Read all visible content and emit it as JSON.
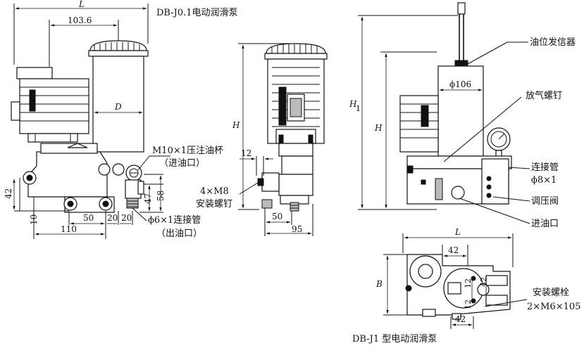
{
  "titles": {
    "pump_j01": "DB-J0.1电动润滑泵",
    "pump_j1": "DB-J1 型电动润滑泵"
  },
  "left_view": {
    "dim_L": "L",
    "dim_103": "103.6",
    "dim_D": "D",
    "dim_42": "42",
    "dim_10": "10",
    "dim_50": "50",
    "dim_20a": "20",
    "dim_20b": "20",
    "dim_110": "110",
    "dim_47": "47",
    "dim_58": "58",
    "callout_cup_1": "M10×1压注油杯",
    "callout_cup_2": "（进油口）",
    "callout_outlet_1": "ϕ6×1连接管",
    "callout_outlet_2": "（出油口）"
  },
  "middle_view": {
    "dim_H": "H",
    "dim_12": "12",
    "dim_50": "50",
    "dim_95": "95",
    "callout_screw_1": "4×M8",
    "callout_screw_2": "安装螺钉"
  },
  "right_view": {
    "dim_H1": "H",
    "dim_H1_sub": "1",
    "dim_H": "H",
    "dim_phi106": "ϕ106",
    "callout_level": "油位发信器",
    "callout_vent": "放气螺钉",
    "callout_pipe_1": "连接管",
    "callout_pipe_2": "ϕ8×1",
    "callout_valve": "调压阀",
    "callout_inlet": "进油口"
  },
  "bottom_view": {
    "dim_L": "L",
    "dim_B": "B",
    "dim_42_top": "42",
    "dim_42_bottom": "42",
    "dim_42_v": "42",
    "dim_12a": "12",
    "dim_12b": "12",
    "callout_bolt_1": "安装螺栓",
    "callout_bolt_2": "2×M6×105"
  }
}
